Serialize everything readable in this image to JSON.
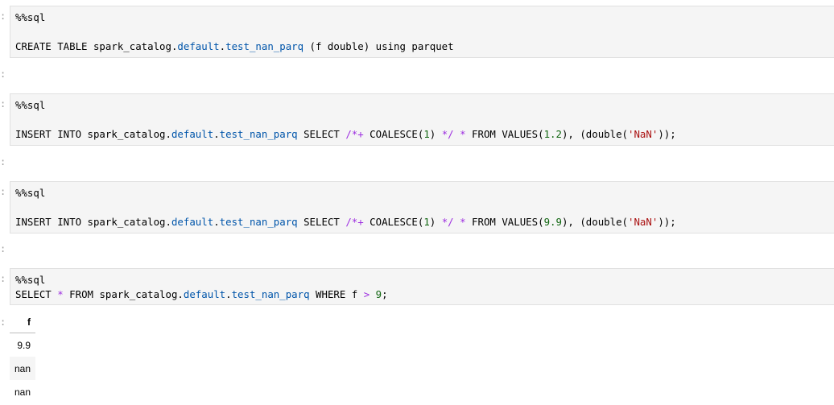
{
  "notebook": {
    "prompt_glyph": ":",
    "cells": [
      {
        "magic": "%%sql",
        "code_tokens": [
          {
            "t": "CREATE TABLE spark_catalog.",
            "c": "kw"
          },
          {
            "t": "default",
            "c": "prop"
          },
          {
            "t": ".",
            "c": "kw"
          },
          {
            "t": "test_nan_parq",
            "c": "prop"
          },
          {
            "t": " (f double) using parquet",
            "c": "kw"
          }
        ],
        "code": "CREATE TABLE spark_catalog.default.test_nan_parq (f double) using parquet"
      },
      {
        "magic": "%%sql",
        "code_tokens": [
          {
            "t": "INSERT INTO spark_catalog.",
            "c": "kw"
          },
          {
            "t": "default",
            "c": "prop"
          },
          {
            "t": ".",
            "c": "kw"
          },
          {
            "t": "test_nan_parq",
            "c": "prop"
          },
          {
            "t": " SELECT ",
            "c": "kw"
          },
          {
            "t": "/*+",
            "c": "op"
          },
          {
            "t": " COALESCE(",
            "c": "kw"
          },
          {
            "t": "1",
            "c": "num"
          },
          {
            "t": ") ",
            "c": "kw"
          },
          {
            "t": "*/",
            "c": "op"
          },
          {
            "t": " ",
            "c": "kw"
          },
          {
            "t": "*",
            "c": "op"
          },
          {
            "t": " FROM VALUES(",
            "c": "kw"
          },
          {
            "t": "1.2",
            "c": "num"
          },
          {
            "t": "), (double(",
            "c": "kw"
          },
          {
            "t": "'NaN'",
            "c": "str"
          },
          {
            "t": "));",
            "c": "kw"
          }
        ],
        "code": "INSERT INTO spark_catalog.default.test_nan_parq SELECT /*+ COALESCE(1) */ * FROM VALUES(1.2), (double('NaN'));"
      },
      {
        "magic": "%%sql",
        "code_tokens": [
          {
            "t": "INSERT INTO spark_catalog.",
            "c": "kw"
          },
          {
            "t": "default",
            "c": "prop"
          },
          {
            "t": ".",
            "c": "kw"
          },
          {
            "t": "test_nan_parq",
            "c": "prop"
          },
          {
            "t": " SELECT ",
            "c": "kw"
          },
          {
            "t": "/*+",
            "c": "op"
          },
          {
            "t": " COALESCE(",
            "c": "kw"
          },
          {
            "t": "1",
            "c": "num"
          },
          {
            "t": ") ",
            "c": "kw"
          },
          {
            "t": "*/",
            "c": "op"
          },
          {
            "t": " ",
            "c": "kw"
          },
          {
            "t": "*",
            "c": "op"
          },
          {
            "t": " FROM VALUES(",
            "c": "kw"
          },
          {
            "t": "9.9",
            "c": "num"
          },
          {
            "t": "), (double(",
            "c": "kw"
          },
          {
            "t": "'NaN'",
            "c": "str"
          },
          {
            "t": "));",
            "c": "kw"
          }
        ],
        "code": "INSERT INTO spark_catalog.default.test_nan_parq SELECT /*+ COALESCE(1) */ * FROM VALUES(9.9), (double('NaN'));"
      },
      {
        "magic": "%%sql",
        "code_tokens": [
          {
            "t": "SELECT ",
            "c": "kw"
          },
          {
            "t": "*",
            "c": "op"
          },
          {
            "t": " FROM spark_catalog.",
            "c": "kw"
          },
          {
            "t": "default",
            "c": "prop"
          },
          {
            "t": ".",
            "c": "kw"
          },
          {
            "t": "test_nan_parq",
            "c": "prop"
          },
          {
            "t": " WHERE f ",
            "c": "kw"
          },
          {
            "t": ">",
            "c": "op"
          },
          {
            "t": " ",
            "c": "kw"
          },
          {
            "t": "9",
            "c": "num"
          },
          {
            "t": ";",
            "c": "kw"
          }
        ],
        "code": "SELECT * FROM spark_catalog.default.test_nan_parq WHERE f > 9;"
      }
    ],
    "result_table": {
      "columns": [
        "f"
      ],
      "rows": [
        [
          "9.9"
        ],
        [
          "nan"
        ],
        [
          "nan"
        ]
      ]
    }
  },
  "colors": {
    "cell_background": "#f5f5f5",
    "cell_border": "#e0e0e0",
    "keyword_property": "#0055aa",
    "number": "#116611",
    "string": "#aa1111",
    "operator": "#9d2ee0"
  }
}
